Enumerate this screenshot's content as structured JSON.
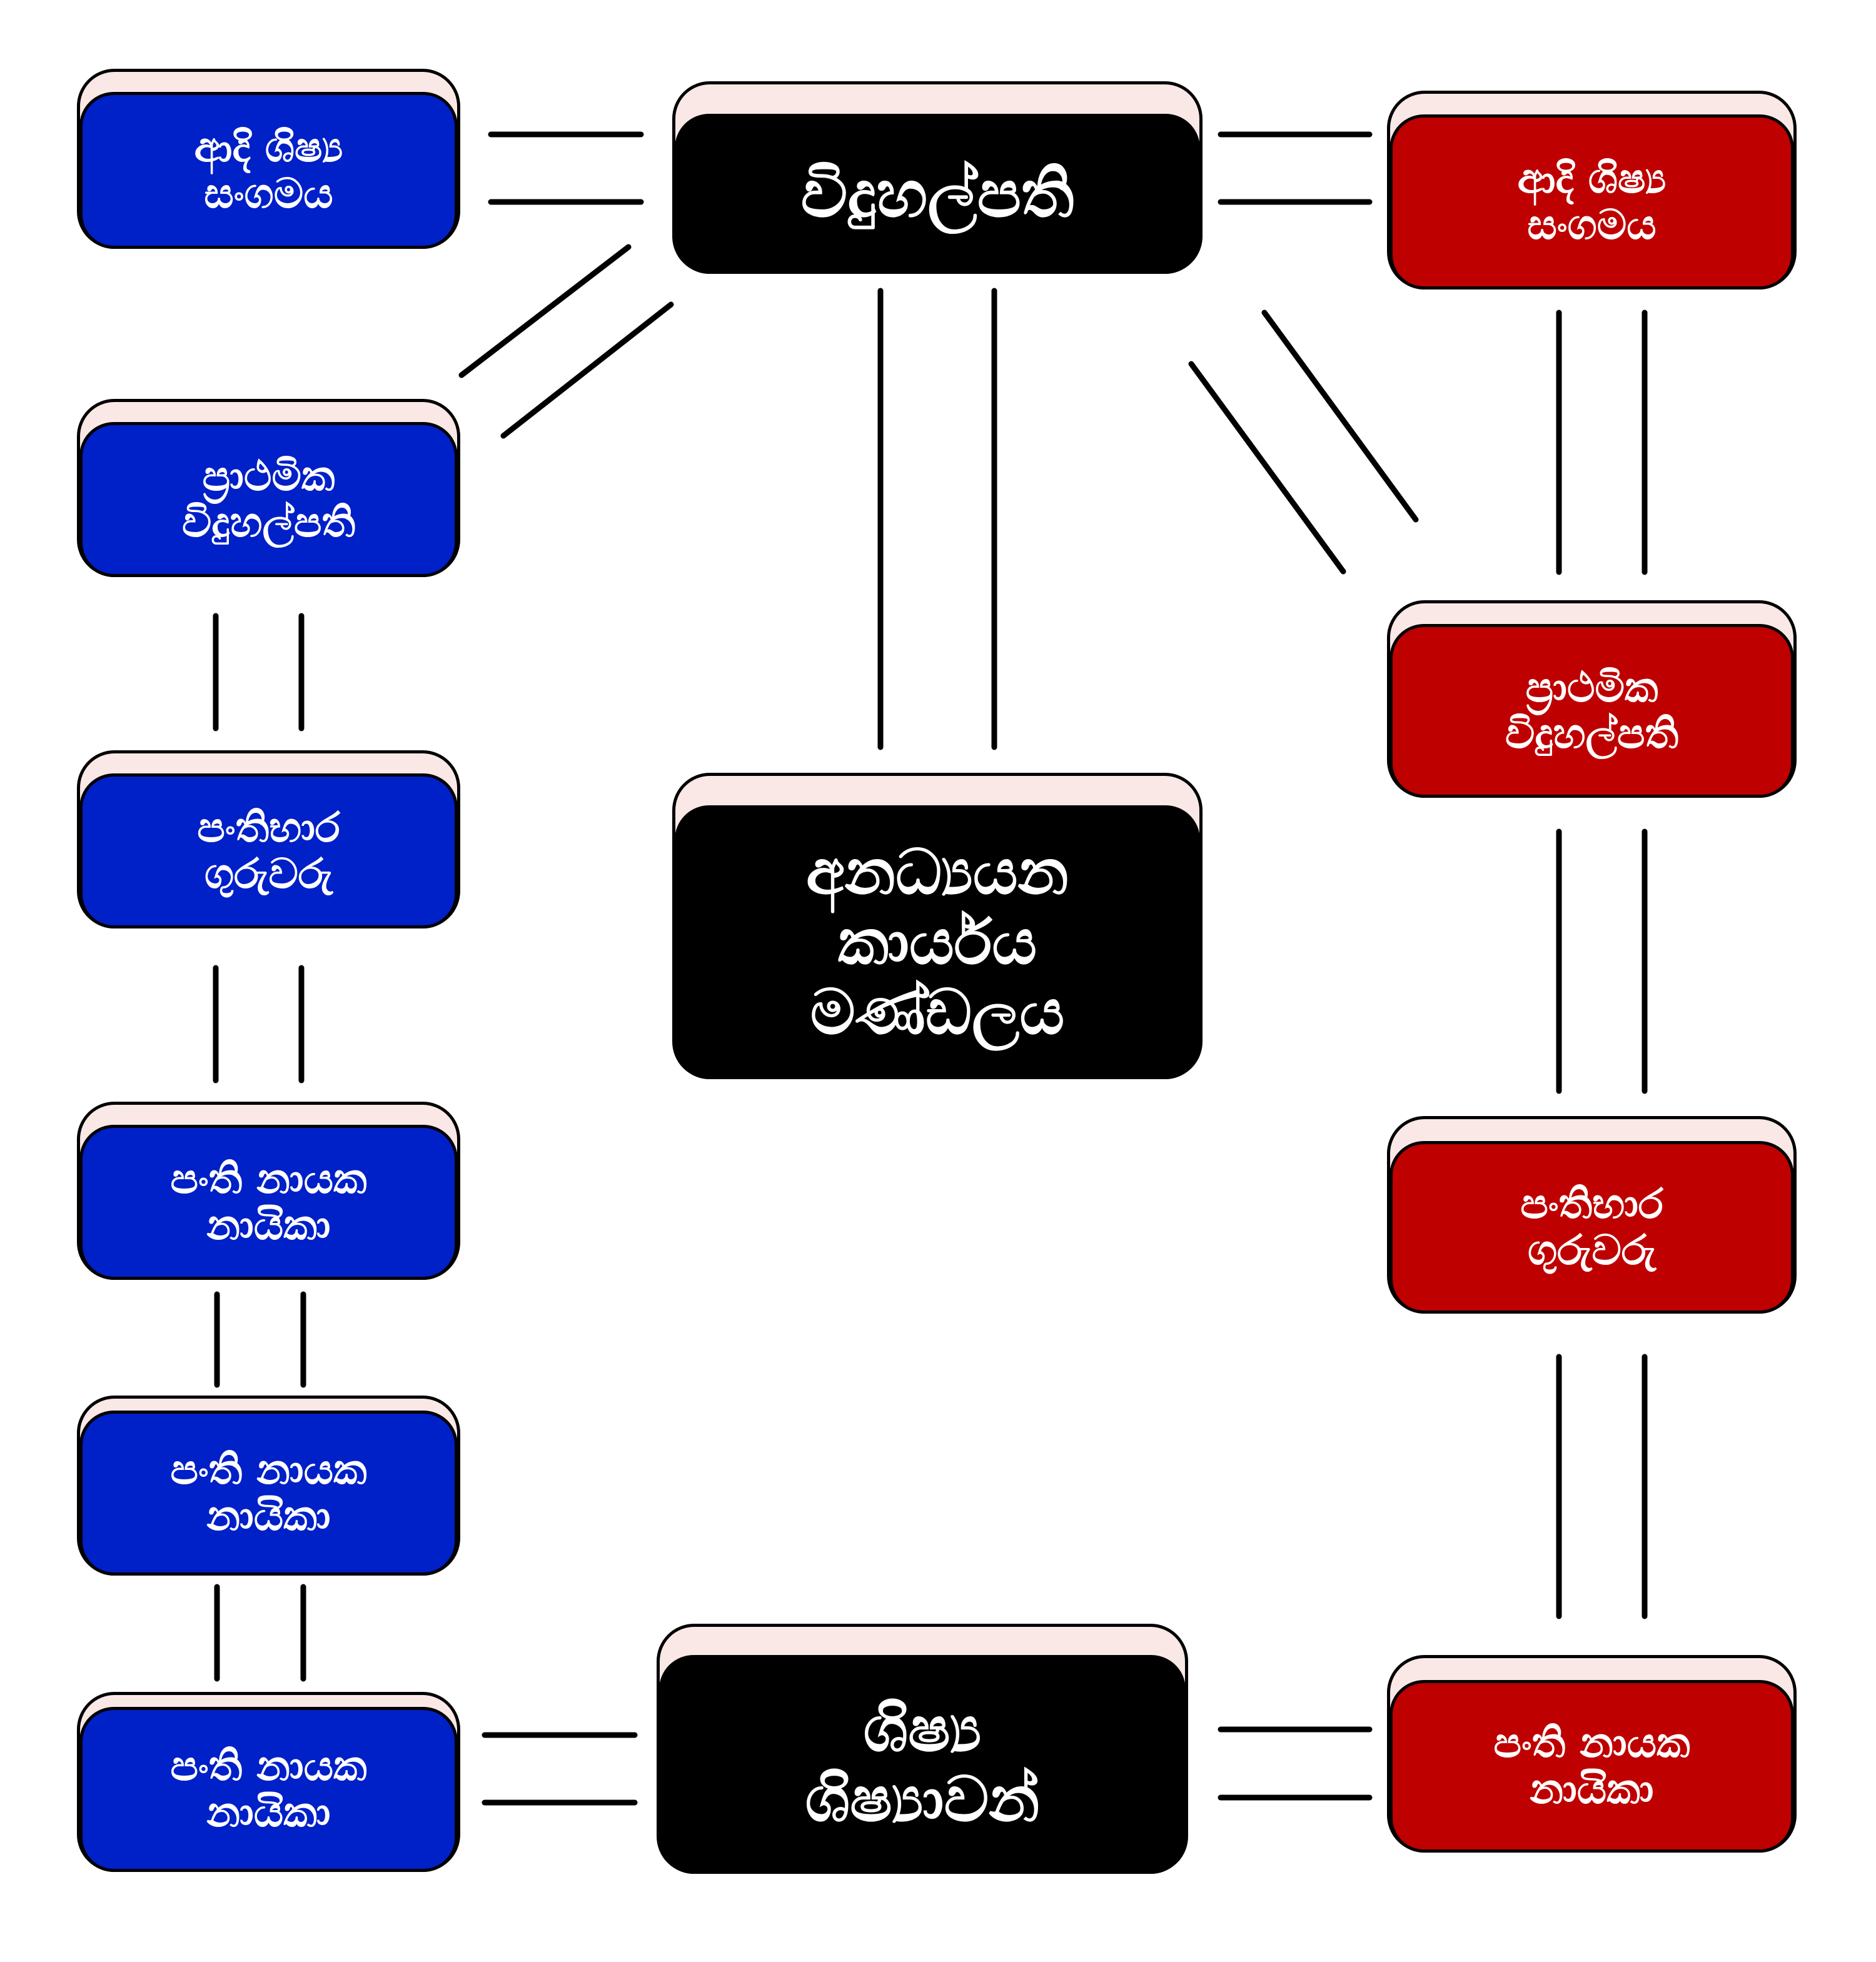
{
  "diagram": {
    "colors": {
      "left_column": "#0020c8",
      "right_column": "#bf0000",
      "center_column": "#000000",
      "card_back": "#f9e8e6",
      "text": "#ffffff",
      "connector": "#000000"
    },
    "nodes": {
      "principal": {
        "label": "විදුහල්පති"
      },
      "non_academic_board": {
        "label": "අනධ්‍යයන\nකාර්යය\nමණ්ඩලය"
      },
      "students": {
        "label": "ශිෂ්‍ය\nශිෂ්‍යාවන්"
      },
      "left": [
        {
          "label": "ආදි ශිෂ්‍ය\nසංගමය"
        },
        {
          "label": "ප්‍රාථමික\nවිදුහල්පති"
        },
        {
          "label": "පංතිභාර\nගුරුවරු"
        },
        {
          "label": "පංති නායක\nනායිකා"
        },
        {
          "label": "පංති නායක\nනායිකා"
        },
        {
          "label": "පංති නායක\nනායිකා"
        }
      ],
      "right": [
        {
          "label": "ආදි ශිෂ්‍ය\nසංගමය"
        },
        {
          "label": "ප්‍රාථමික\nවිදුහල්පති"
        },
        {
          "label": "පංතිභාර\nගුරුවරු"
        },
        {
          "label": "පංති නායක\nනායිකා"
        }
      ]
    }
  }
}
